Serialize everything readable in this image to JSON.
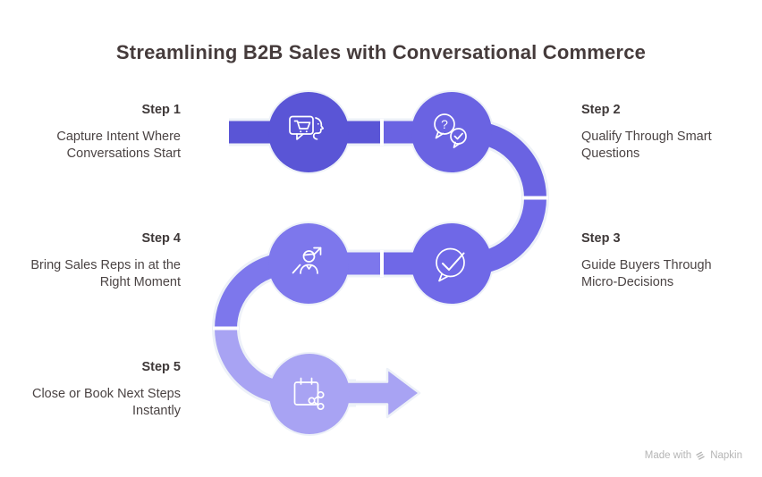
{
  "title": "Streamlining B2B Sales with Conversational Commerce",
  "steps": [
    {
      "label": "Step 1",
      "description": "Capture Intent Where Conversations Start"
    },
    {
      "label": "Step 2",
      "description": "Qualify Through Smart Questions"
    },
    {
      "label": "Step 3",
      "description": "Guide Buyers Through Micro-Decisions"
    },
    {
      "label": "Step 4",
      "description": "Bring Sales Reps in at the Right Moment"
    },
    {
      "label": "Step 5",
      "description": "Close or Book Next Steps Instantly"
    }
  ],
  "icons": {
    "step1": "cart-chat-with-face-icon",
    "step2": "question-and-check-bubbles-icon",
    "step3": "check-speech-bubble-icon",
    "step4": "person-growth-arrow-icon",
    "step5": "calendar-share-icon"
  },
  "watermark": {
    "text": "Made with",
    "brand": "Napkin"
  },
  "colors": {
    "c1": "#5a55d6",
    "c2": "#6a63e2",
    "c3": "#6f68e7",
    "c4": "#7d77ec",
    "c5": "#a8a3f3",
    "halo": "#edf1f8",
    "title_color": "#453b3b",
    "label_color": "#3f3939",
    "desc_color": "#4b4444",
    "watermark_color": "#b5b5b5"
  }
}
